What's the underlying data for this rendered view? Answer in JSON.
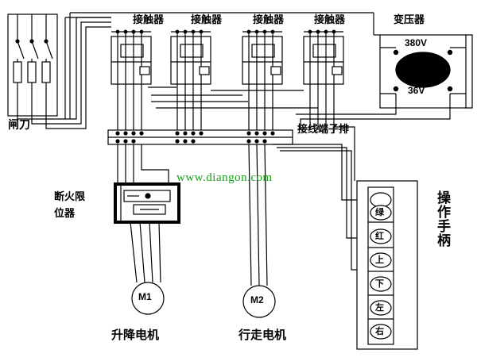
{
  "diagram": {
    "title_watermark": "www.diangon.com",
    "labels": {
      "contactor_1": "接触器",
      "contactor_2": "接触器",
      "contactor_3": "接触器",
      "contactor_4": "接触器",
      "transformer": "变压器",
      "transformer_primary": "380V",
      "transformer_secondary": "36V",
      "knife_switch": "闸刀",
      "terminal_block": "接线端子排",
      "limit_switch": "断火限\n位器",
      "limit_switch_line1": "断火限",
      "limit_switch_line2": "位器",
      "motor_1": "M1",
      "motor_2": "M2",
      "motor_1_caption": "升降电机",
      "motor_2_caption": "行走电机",
      "handle": "操作手柄"
    },
    "handle_buttons": [
      {
        "label": "绿"
      },
      {
        "label": "红"
      },
      {
        "label": "上"
      },
      {
        "label": "下"
      },
      {
        "label": "左"
      },
      {
        "label": "右"
      }
    ],
    "colors": {
      "line": "#000000",
      "watermark": "#19a019",
      "fill": "#ffffff",
      "shadow": "#d8d8d8"
    }
  }
}
